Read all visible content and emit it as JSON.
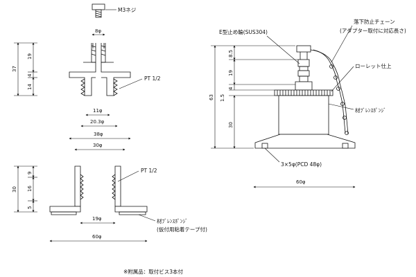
{
  "labels": {
    "screw": "M3ネジ",
    "thread_top": "PT  1/2",
    "thread_bottom": "PT  1/2",
    "retaining_ring": "E型止め輪(SUS304)",
    "chain": "落下防止チェーン",
    "chain_note": "(アダプター取付に対応長さ)",
    "knurl": "ローレット仕上",
    "sponge_right": "材ﾌﾞﾚﾝｽﾎﾟﾝｼﾞ",
    "sponge_bottom": "材ﾌﾞﾚﾝｽﾎﾟﾝｼﾞ",
    "sponge_bottom_note": "(仮付用粘着テープ付)",
    "holes": "3×5φ(PCD  48φ)",
    "accessory_note": "※附属品：取付ビス3本付"
  },
  "dimensions": {
    "d_8": "8φ",
    "d_11": "11φ",
    "d_20_3": "20.3φ",
    "d_38": "38φ",
    "d_30_top": "30φ",
    "d_19_bottom": "19φ",
    "d_60_bottom": "60φ",
    "d_60_right": "60φ",
    "h_37": "37",
    "h_19_top": "19",
    "h_4_top": "4",
    "h_14": "14",
    "h_30_left": "30",
    "h_9": "9",
    "h_16": "16",
    "h_5": "5",
    "h_63": "63",
    "h_8_5": "8.5",
    "h_19_right": "19",
    "h_4_right": "4",
    "h_1_5": "1.5",
    "h_30_right": "30"
  }
}
